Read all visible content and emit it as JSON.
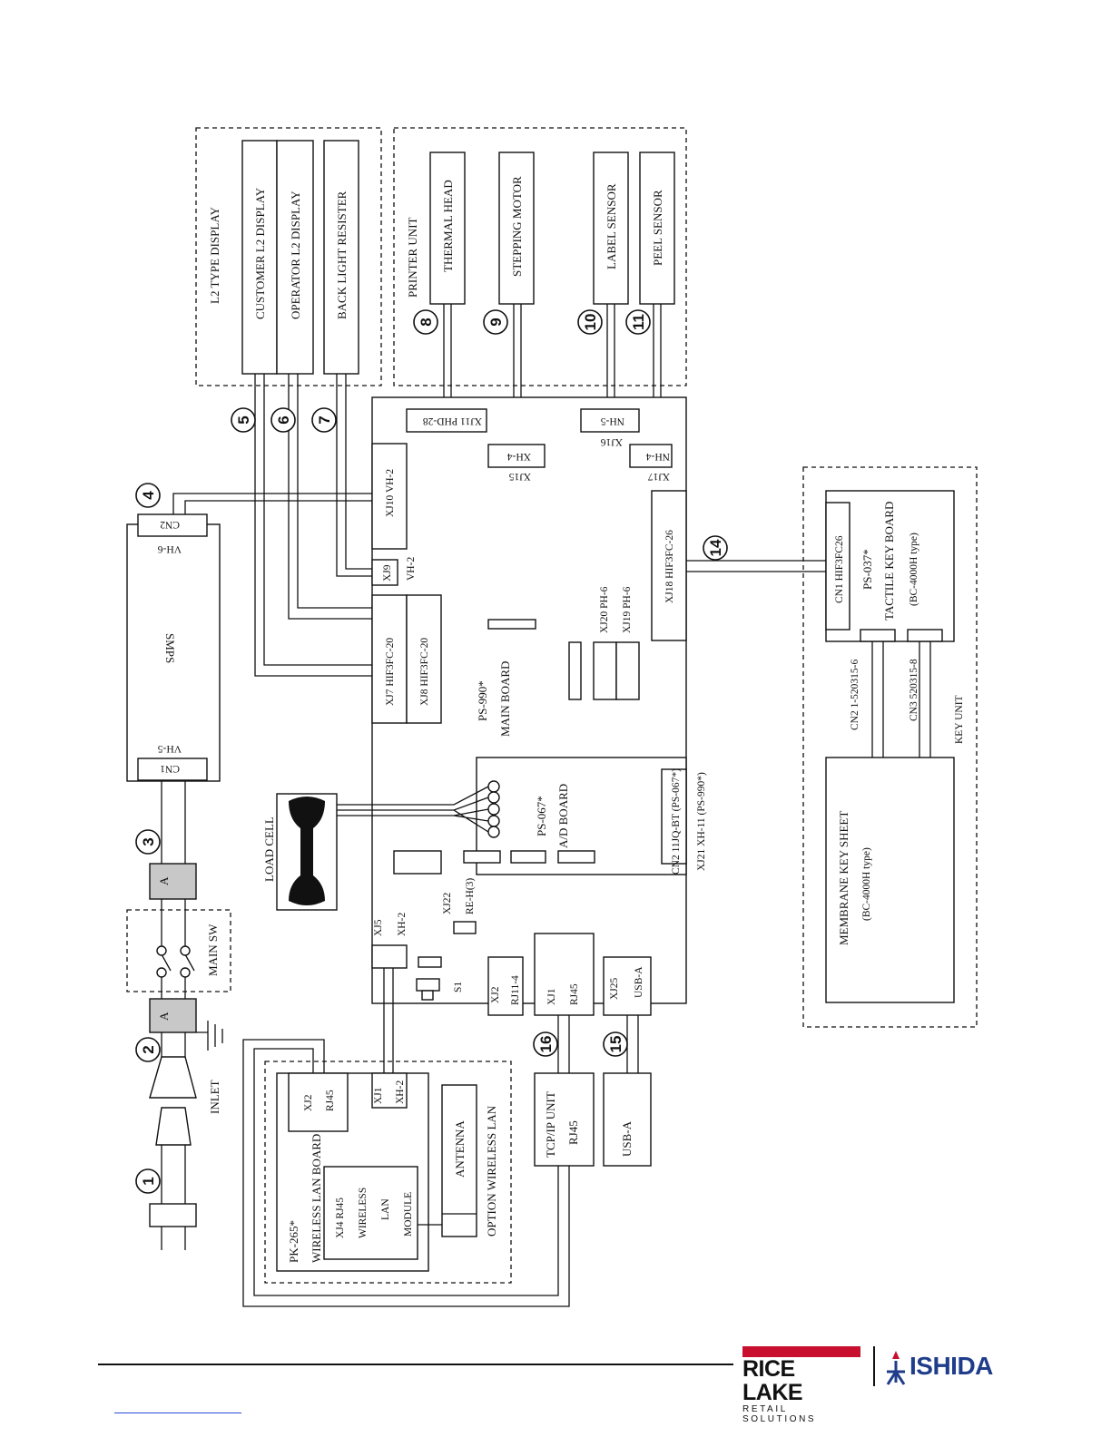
{
  "labels": {
    "l2_type_display": "L2 TYPE DISPLAY",
    "customer_l2_display": "CUSTOMER L2 DISPLAY",
    "operator_l2_display": "OPERATOR L2 DISPLAY",
    "back_light_resister": "BACK LIGHT RESISTER",
    "printer_unit": "PRINTER UNIT",
    "thermal_head": "THERMAL HEAD",
    "stepping_motor": "STEPPING MOTOR",
    "label_sensor": "LABEL SENSOR",
    "peel_sensor": "PEEL SENSOR",
    "xj11": "XJ11 PHD-28",
    "xj15_conn": "XH-4",
    "xj15": "XJ15",
    "nh5": "NH-5",
    "xj16": "XJ16",
    "nh4": "NH-4",
    "xj17": "XJ17",
    "xj10": "XJ10 VH-2",
    "xj9": "XJ9",
    "xj9_conn": "VH-2",
    "xj7": "XJ7 HIF3FC-20",
    "xj8": "XJ8 HIF3FC-20",
    "xj18": "XJ18 HIF3FC-26",
    "xj20": "XJ20 PH-6",
    "xj19": "XJ19 PH-6",
    "main_board_part": "PS-990*",
    "main_board": "MAIN BOARD",
    "smps": "SMPS",
    "cn2": "CN2",
    "cn2_conn": "VH-6",
    "cn1": "CN1",
    "cn1_conn": "VH-5",
    "load_cell": "LOAD CELL",
    "ad_part": "PS-067*",
    "ad_board": "A/D BOARD",
    "cn2_ad": "CN2 11JQ-BT (PS-067*)",
    "xj21": "XJ21 XH-11 (PS-990*)",
    "xj22": "XJ22",
    "re_h": "RE-H(3)",
    "xj5": "XJ5",
    "xj5_conn": "XH-2",
    "s1": "S1",
    "xj2": "XJ2",
    "xj2_conn": "RJ11-4",
    "xj1": "XJ1",
    "xj1_conn": "RJ45",
    "xj25": "XJ25",
    "xj25_conn": "USB-A",
    "main_sw": "MAIN SW",
    "a": "A",
    "inlet": "INLET",
    "tactile_cn1": "CN1 HIF3FC26",
    "tactile_part": "PS-037*",
    "tactile_name": "TACTILE KEY BOARD",
    "tactile_type": "(BC-4000H type)",
    "cn2_key": "CN2 1-520315-6",
    "cn3_key": "CN3 520315-8",
    "key_unit": "KEY UNIT",
    "membrane": "MEMBRANE KEY SHEET",
    "membrane_type": "(BC-4000H type)",
    "wl_xj2": "XJ2",
    "wl_rj45": "RJ45",
    "wl_xj1": "XJ1",
    "wl_xh2": "XH-2",
    "wl_part": "PK-265*",
    "wl_board": "WIRELESS LAN BOARD",
    "wl_xj4": "XJ4 RJ45",
    "wl_wireless": "WIRELESS",
    "wl_lan": "LAN",
    "wl_module": "MODULE",
    "antenna": "ANTENNA",
    "option_wl": "OPTION WIRELESS LAN",
    "tcpip": "TCP/IP UNIT",
    "tcpip_rj45": "RJ45",
    "usb_a": "USB-A"
  },
  "numbers": [
    "1",
    "2",
    "3",
    "4",
    "5",
    "6",
    "7",
    "8",
    "9",
    "10",
    "11",
    "14",
    "15",
    "16"
  ],
  "footer": {
    "brand1": "RICE LAKE",
    "brand1_sub": "RETAIL SOLUTIONS",
    "brand2": "ISHIDA",
    "brand1_color": "#c8102e",
    "brand2_color": "#1f3d8a"
  }
}
